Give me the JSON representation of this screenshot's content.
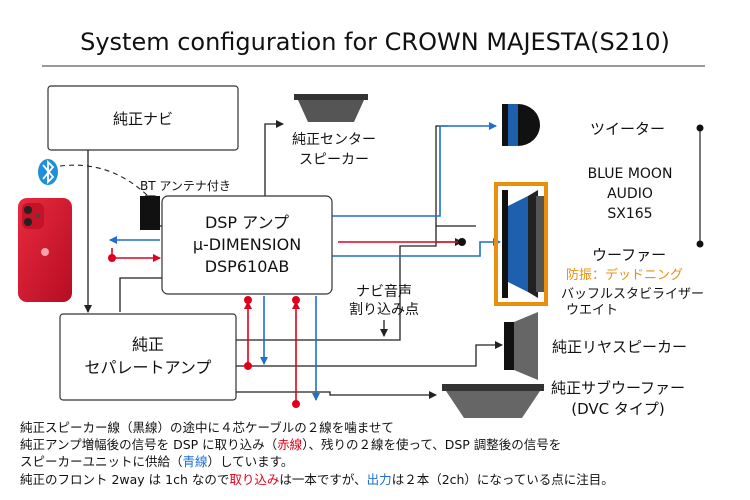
{
  "title": "System configuration for CROWN MAJESTA(S210)",
  "boxes": {
    "navi": "純正ナビ",
    "dsp_line1": "DSP アンプ",
    "dsp_line2": "μ-DIMENSION",
    "dsp_line3": "DSP610AB",
    "amp_line1": "純正",
    "amp_line2": "セパレートアンプ"
  },
  "labels": {
    "bt_antenna": "BT アンテナ付き",
    "center_line1": "純正センター",
    "center_line2": "スピーカー",
    "navi_audio_line1": "ナビ音声",
    "navi_audio_line2": "割り込み点",
    "tweeter": "ツイーター",
    "brand_line1": "BLUE MOON",
    "brand_line2": "AUDIO",
    "brand_line3": "SX165",
    "woofer": "ウーファー",
    "damping": "防振：デッドニング",
    "baffle_line1": "バッフルスタビライザー",
    "baffle_line2": "ウエイト",
    "rear": "純正リヤスピーカー",
    "sub_line1": "純正サブウーファー",
    "sub_line2": "(DVC タイプ)"
  },
  "notes": {
    "line1": "純正スピーカー線（黒線）の途中に４芯ケーブルの２線を噛ませて",
    "line2a": "純正アンプ増幅後の信号を DSP に取り込み（",
    "line2b": "赤線",
    "line2c": "）、残りの２線を使って、DSP 調整後の信号を",
    "line3a": "スピーカーユニットに供給（",
    "line3b": "青線",
    "line3c": "）しています。",
    "line4a": "純正のフロント 2way は 1ch なので",
    "line4b": "取り込み",
    "line4c": "は一本ですが、",
    "line4d": "出力",
    "line4e": "は２本（2ch）になっている点に注目。"
  },
  "colors": {
    "red_line": "#e0001b",
    "blue_line": "#1e6fd0",
    "orange_frame": "#e8900e",
    "tweeter_blue": "#1e5fae",
    "phone_red": "#d8152d",
    "bluetooth_blue": "#1f8fd8"
  }
}
